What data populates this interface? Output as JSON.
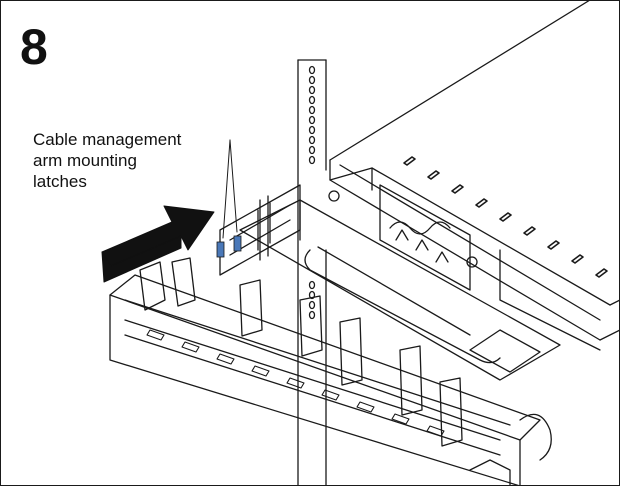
{
  "step": {
    "number": "8"
  },
  "callout": {
    "line1": "Cable management",
    "line2": "arm mounting",
    "line3": "latches"
  },
  "colors": {
    "latch": "#4a78b8",
    "line": "#1a1a1a",
    "arrow": "#111111",
    "background": "#ffffff"
  }
}
